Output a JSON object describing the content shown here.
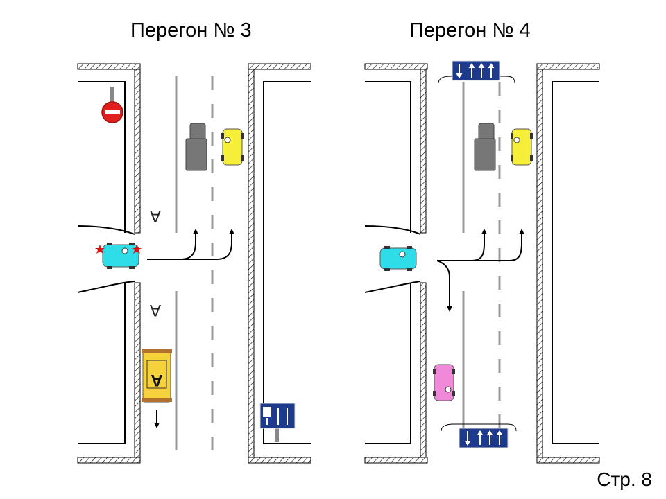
{
  "panels": [
    {
      "title": "Перегон № 3",
      "bus_letter": "А",
      "road_letter": "А"
    },
    {
      "title": "Перегон № 4"
    }
  ],
  "page_number": "Стр. 8",
  "colors": {
    "subject_car": "#2fdde8",
    "yellow_car": "#f5ef3a",
    "gray_truck": "#777777",
    "pink_car": "#f08ad8",
    "bus": "#f5d23c",
    "sign_blue": "#1e3a8c",
    "no_entry_red": "#e0201e",
    "star_red": "#e01010"
  },
  "icons": [
    "no-entry-sign-icon",
    "lane-direction-sign-icon",
    "bus-lane-sign-icon",
    "red-star-icon"
  ]
}
